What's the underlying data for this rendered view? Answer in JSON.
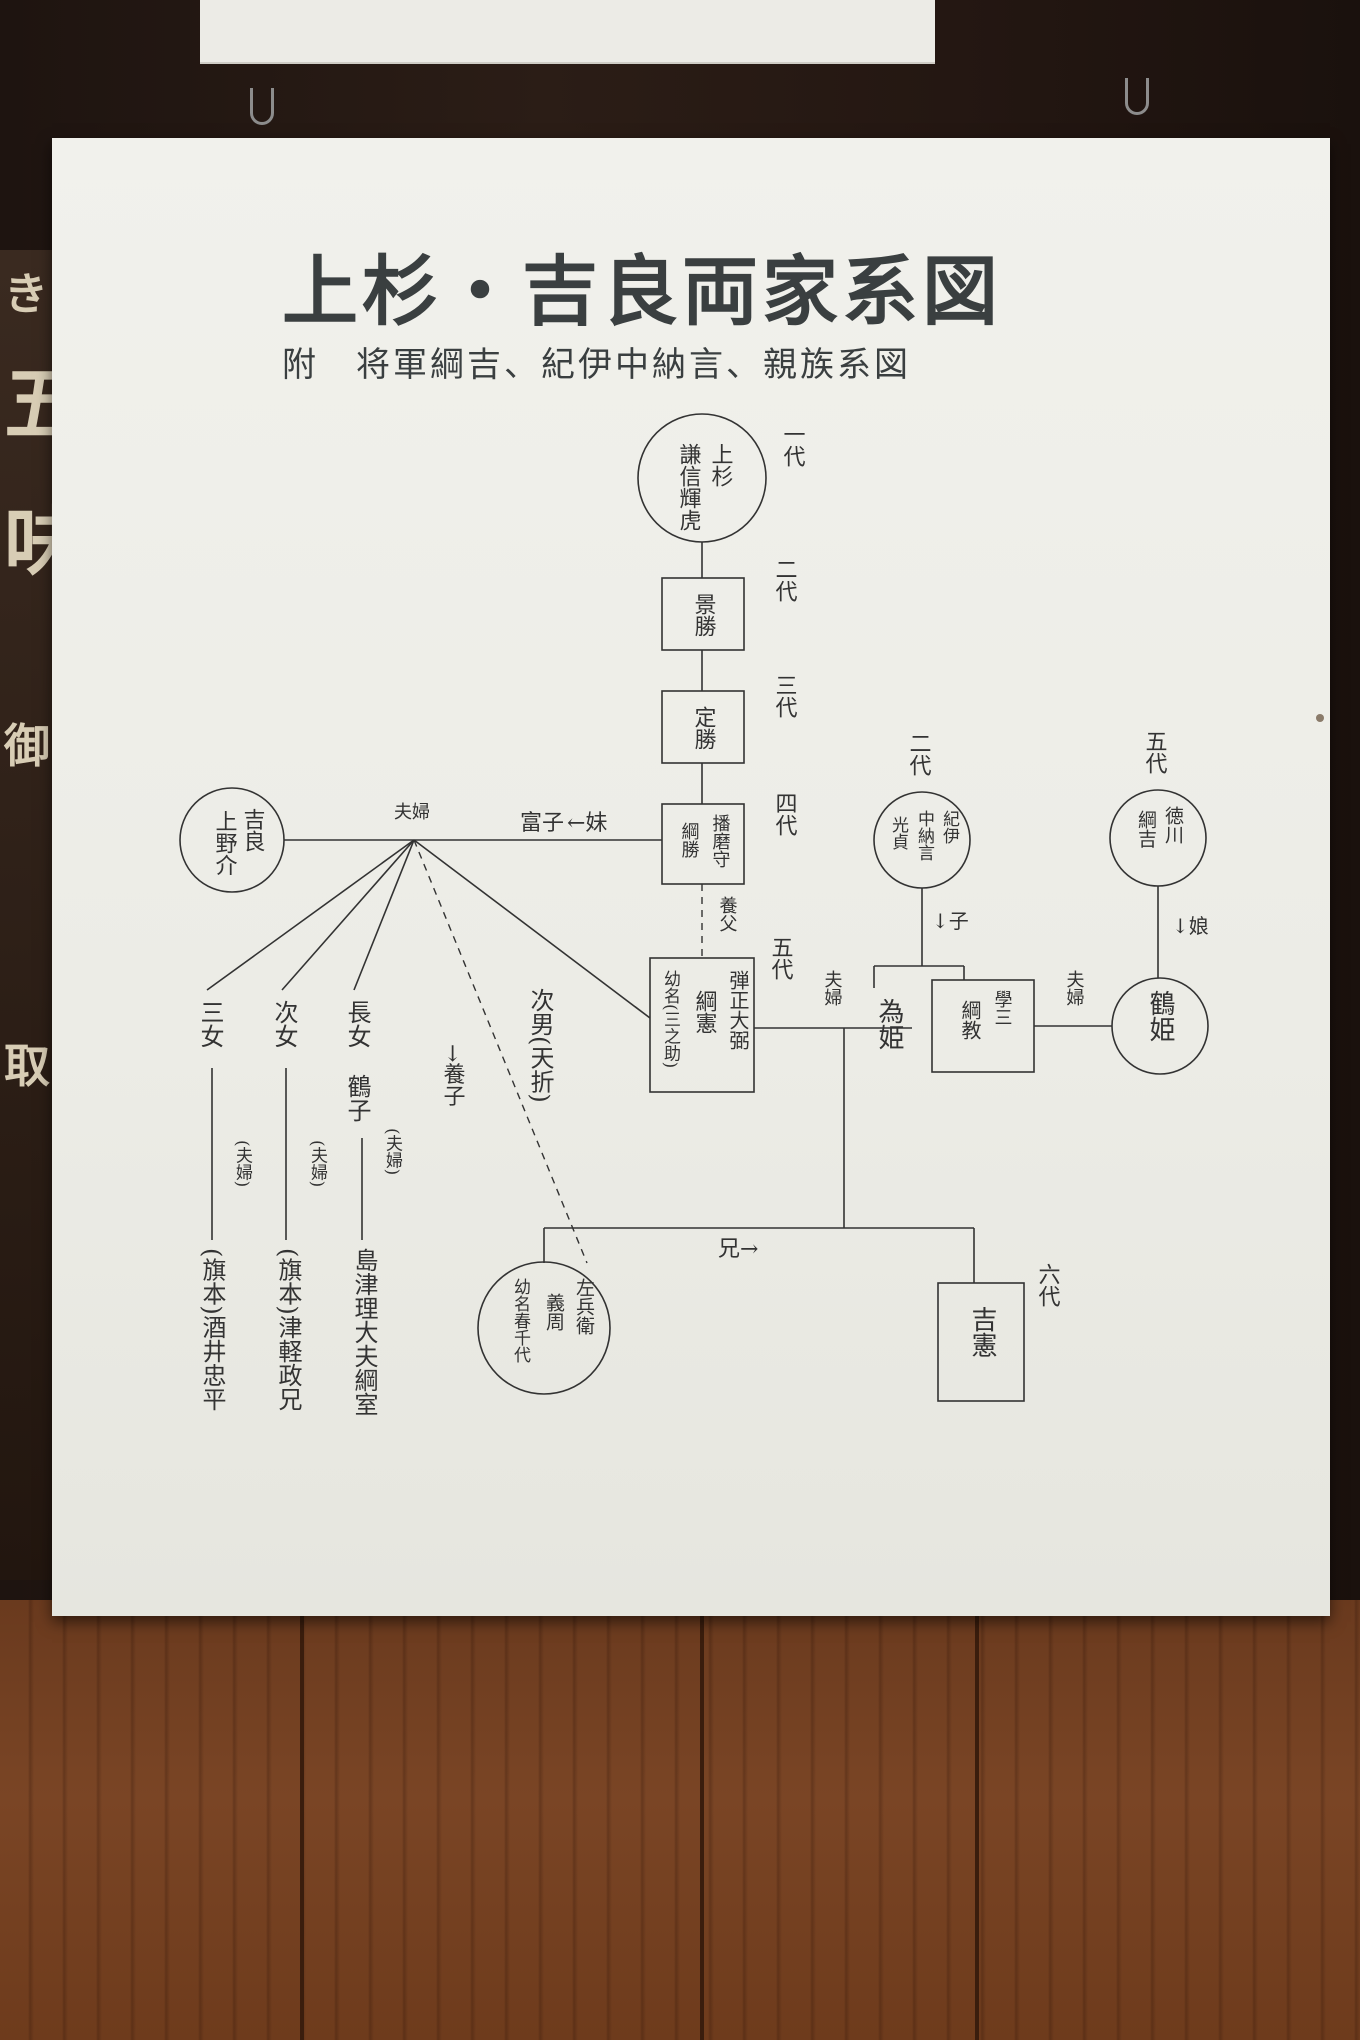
{
  "title": "上杉・吉良両家系図",
  "subtitle": "附　将軍綱吉、紀伊中納言、親族系図",
  "gens": {
    "g1": "一代",
    "g2": "二代",
    "g3": "三代",
    "g4": "四代",
    "g5": "五代",
    "g6": "六代",
    "kii2": "二代",
    "toku5": "五代"
  },
  "persons": {
    "kenshin": [
      "上杉",
      "謙信輝虎"
    ],
    "kagekatsu": [
      "景勝"
    ],
    "sadakatsu": [
      "定勝"
    ],
    "tsunakatsu": [
      "播磨守",
      "綱勝"
    ],
    "tsunanori": [
      "弾正大弼",
      "綱憲",
      "幼名(三之助)"
    ],
    "kira": [
      "吉良",
      "上野介"
    ],
    "yoshichika": [
      "左兵衛",
      "義周",
      "幼名春千代"
    ],
    "yoshinori": [
      "吉憲"
    ],
    "kii": [
      "紀伊",
      "中納言",
      "光貞"
    ],
    "tokugawa": [
      "徳川",
      "綱吉"
    ],
    "tsunanori_kii": [
      "學三",
      "綱教"
    ],
    "tamehime": "為姫",
    "tsuruhime": "鶴姫"
  },
  "labels": {
    "fuufu1": "夫婦",
    "tomiko": "富子",
    "imouto": "←妹",
    "youfu": "養父",
    "jinan": "次男(天折)",
    "youshi": "→養子",
    "fuufu2": "夫婦",
    "ko": "↓子",
    "fuufu3": "夫婦",
    "musume": "↓娘",
    "ani": "兄→",
    "sanjo": "三女",
    "jijo": "次女",
    "chojo": "長女",
    "tsuruko": "鶴子",
    "fuufu_a": "(夫婦)",
    "fuufu_b": "(夫婦)",
    "fuufu_c": "(夫婦)",
    "sakai": "(旗本)酒井忠平",
    "tsugaru": "(旗本)津軽政兄",
    "shimazu": "島津理大夫綱室"
  },
  "sign": [
    "き",
    "五",
    "味",
    "御",
    "取"
  ]
}
